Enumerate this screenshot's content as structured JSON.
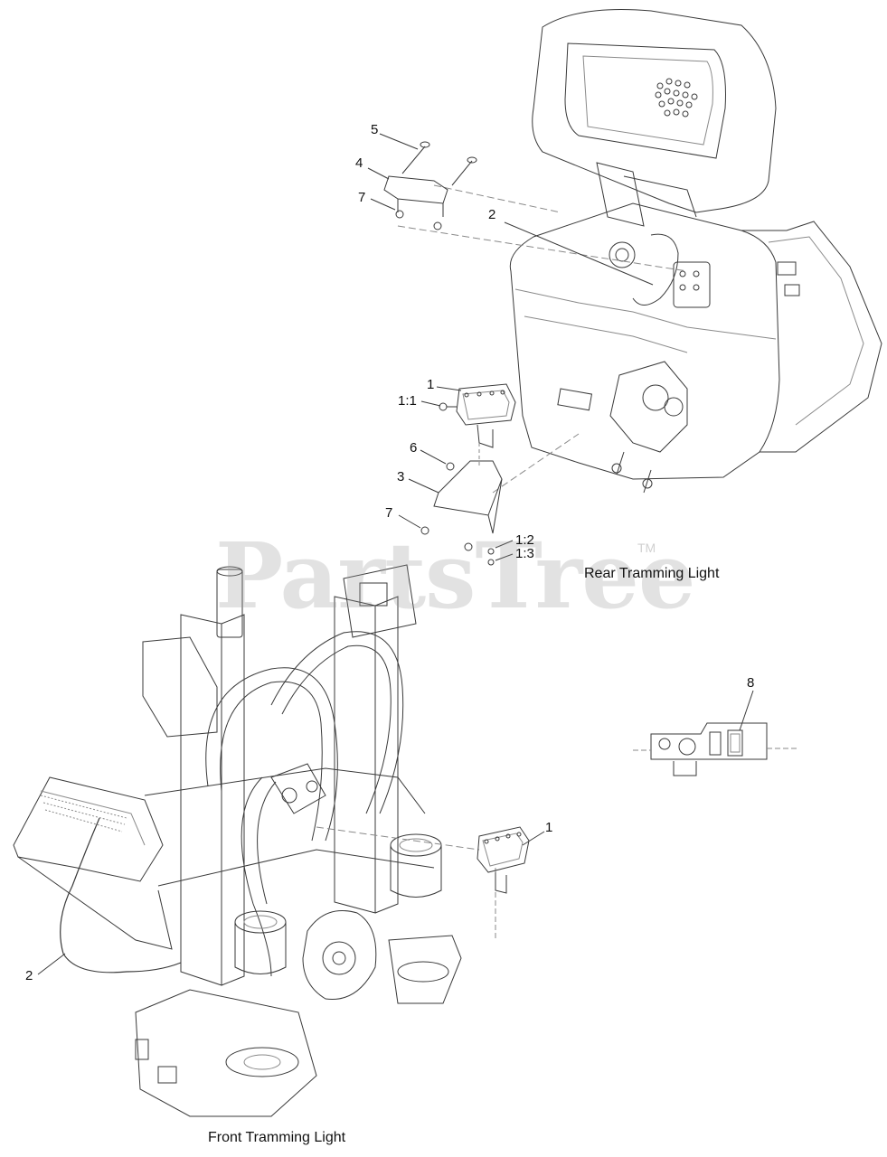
{
  "watermark": {
    "brand": "PartsTree",
    "tm": "TM"
  },
  "captions": {
    "rear": "Rear Tramming Light",
    "front": "Front Tramming Light"
  },
  "callouts": {
    "c5": "5",
    "c4": "4",
    "c7a": "7",
    "c2a": "2",
    "c1a": "1",
    "c1_1": "1:1",
    "c6": "6",
    "c3": "3",
    "c7b": "7",
    "c1_2": "1:2",
    "c1_3": "1:3",
    "c8": "8",
    "c1b": "1",
    "c2b": "2"
  },
  "colors": {
    "line": "#3a3a3a",
    "light_line": "#8a8a8a",
    "watermark": "#969696"
  }
}
